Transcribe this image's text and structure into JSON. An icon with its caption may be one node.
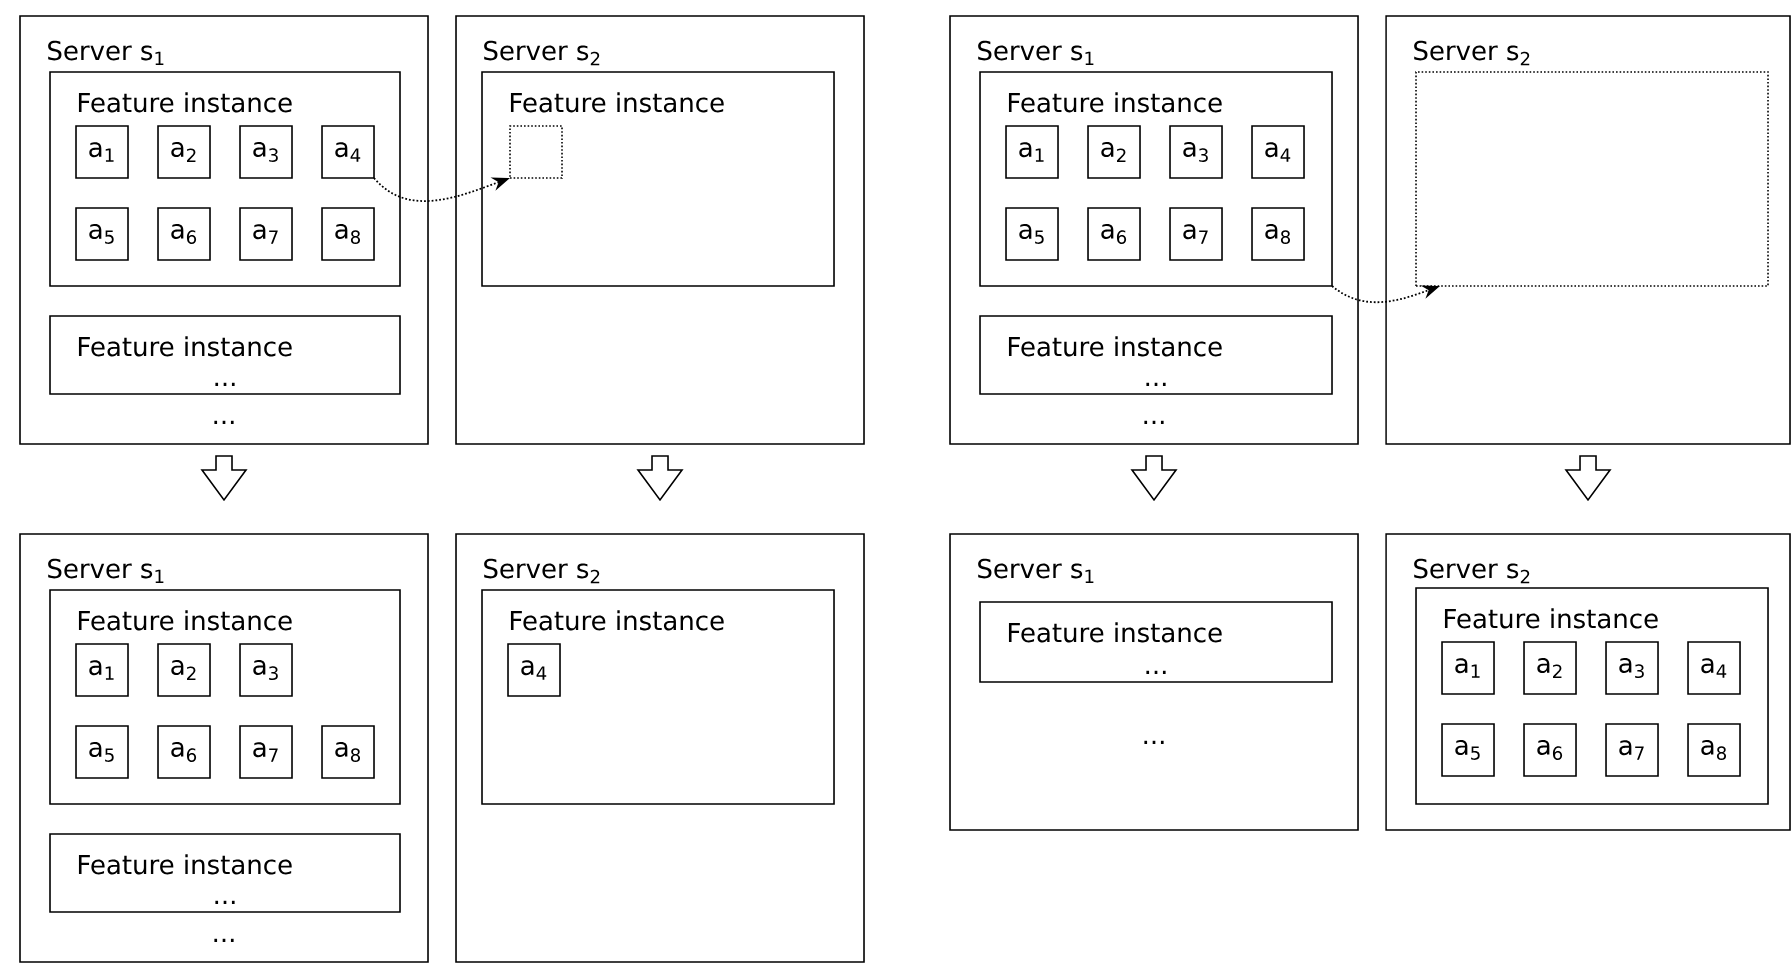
{
  "diagram": {
    "nodes": [
      {
        "text": [
          "Server s$_{1}$",
          "..."
        ]
      },
      {
        "text": [
          "Feature instance"
        ],
        "in": 0
      },
      {
        "text": [
          "a$_{1}$"
        ],
        "in": 1
      },
      {
        "text": [
          "a$_{2}$"
        ],
        "in": 1
      },
      {
        "text": [
          "a$_{3}$"
        ],
        "in": 1
      },
      {
        "text": [
          "a$_{4}$"
        ],
        "in": 1
      },
      {
        "text": [
          "a$_{5}$"
        ],
        "in": 1
      },
      {
        "text": [
          "a$_{6}$"
        ],
        "in": 1
      },
      {
        "text": [
          "a$_{7}$"
        ],
        "in": 1
      },
      {
        "text": [
          "a$_{8}$"
        ],
        "in": 1
      },
      {
        "text": [
          "Feature instance",
          "..."
        ],
        "in": 0
      },
      {
        "text": [
          "Server s$_{2}$"
        ]
      },
      {
        "text": [
          "Feature instance"
        ],
        "in": 11
      },
      {
        "text": [],
        "shape": "box",
        "in": 12
      },
      {
        "text": [
          "Server s$_{1}$",
          "..."
        ]
      },
      {
        "text": [
          "Feature instance"
        ],
        "in": 14
      },
      {
        "text": [
          "a$_{1}$"
        ],
        "in": 15
      },
      {
        "text": [
          "a$_{2}$"
        ],
        "in": 15
      },
      {
        "text": [
          "a$_{3}$"
        ],
        "in": 15
      },
      {
        "text": [
          "a$_{4}$"
        ],
        "in": 15
      },
      {
        "text": [
          "a$_{5}$"
        ],
        "in": 15
      },
      {
        "text": [
          "a$_{6}$"
        ],
        "in": 15
      },
      {
        "text": [
          "a$_{7}$"
        ],
        "in": 15
      },
      {
        "text": [
          "a$_{8}$"
        ],
        "in": 15
      },
      {
        "text": [
          "Feature instance",
          "..."
        ],
        "in": 14
      },
      {
        "text": [
          "Server s$_{2}$"
        ]
      },
      {
        "text": [],
        "shape": "box",
        "in": 25
      },
      {
        "text": [
          "Server s$_{1}$",
          "..."
        ]
      },
      {
        "text": [
          "Feature instance"
        ],
        "in": 27
      },
      {
        "text": [
          "a$_{1}$"
        ],
        "in": 28
      },
      {
        "text": [
          "a$_{2}$"
        ],
        "in": 28
      },
      {
        "text": [
          "a$_{3}$"
        ],
        "in": 28
      },
      {
        "text": [
          "a$_{5}$"
        ],
        "in": 28
      },
      {
        "text": [
          "a$_{6}$"
        ],
        "in": 28
      },
      {
        "text": [
          "a$_{7}$"
        ],
        "in": 28
      },
      {
        "text": [
          "a$_{8}$"
        ],
        "in": 28
      },
      {
        "text": [
          "Feature instance",
          "..."
        ],
        "in": 27
      },
      {
        "text": [
          "Server s$_{2}$"
        ]
      },
      {
        "text": [
          "Feature instance"
        ],
        "in": 37
      },
      {
        "text": [
          "a$_{4}$"
        ],
        "in": 38
      },
      {
        "text": [
          "Server s$_{1}$",
          "..."
        ]
      },
      {
        "text": [
          "Feature instance",
          "..."
        ],
        "in": 40
      },
      {
        "text": [
          "Server s$_{2}$"
        ]
      },
      {
        "text": [
          "Feature instance"
        ],
        "in": 42
      },
      {
        "text": [
          "a$_{1}$"
        ],
        "in": 43
      },
      {
        "text": [
          "a$_{2}$"
        ],
        "in": 43
      },
      {
        "text": [
          "a$_{3}$"
        ],
        "in": 43
      },
      {
        "text": [
          "a$_{4}$"
        ],
        "in": 43
      },
      {
        "text": [
          "a$_{5}$"
        ],
        "in": 43
      },
      {
        "text": [
          "a$_{6}$"
        ],
        "in": 43
      },
      {
        "text": [
          "a$_{7}$"
        ],
        "in": 43
      },
      {
        "text": [
          "a$_{8}$"
        ],
        "in": 43
      }
    ],
    "edges": [
      {
        "from": 5,
        "to": 13,
        "arrow": "to",
        "style": "dashed"
      },
      {
        "from": 15,
        "to": 26,
        "arrow": "to",
        "style": "dashed"
      },
      {
        "from": 0,
        "to": 27,
        "arrow": "to"
      },
      {
        "from": 11,
        "to": 37,
        "arrow": "to"
      },
      {
        "from": 14,
        "to": 40,
        "arrow": "to"
      },
      {
        "from": 25,
        "to": 42,
        "arrow": "to"
      }
    ]
  }
}
